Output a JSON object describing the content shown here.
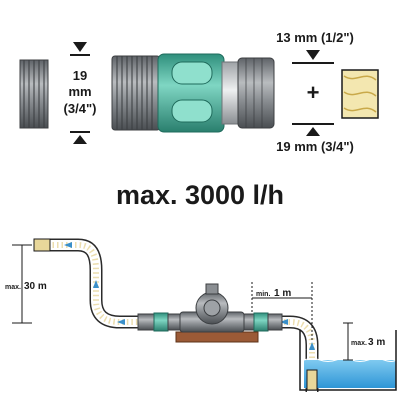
{
  "top": {
    "fitting_size_line1": "19",
    "fitting_size_line2": "mm",
    "fitting_size_line3": "(3/4\")",
    "inner_size_top": "13 mm (1/2\")",
    "plus_sign": "+",
    "inner_size_bottom": "19 mm (3/4\")"
  },
  "flow_rate": "max. 3000 l/h",
  "diagram": {
    "max_suction_prefix": "max.",
    "max_suction_value": "30 m",
    "min_distance_prefix": "min.",
    "min_distance_value": "1 m",
    "max_depth_prefix": "max.",
    "max_depth_value": "3 m"
  },
  "colors": {
    "connector_teal": "#4fb3a0",
    "hose_blue": "#3a8fc9",
    "water_blue": "#4ab2e6",
    "brass": "#e8d79a",
    "wood": "#9b5a36"
  }
}
